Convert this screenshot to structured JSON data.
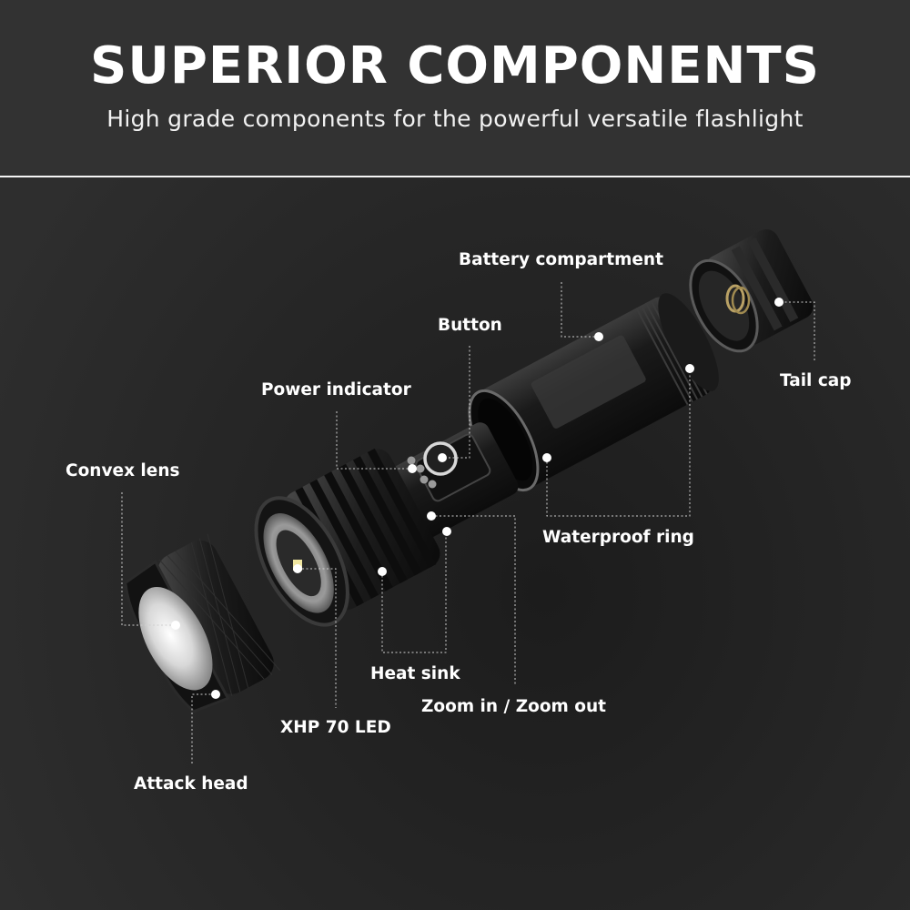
{
  "header": {
    "title": "SUPERIOR COMPONENTS",
    "subtitle": "High grade components for the powerful versatile flashlight"
  },
  "labels": {
    "battery_compartment": "Battery compartment",
    "button": "Button",
    "tail_cap": "Tail cap",
    "power_indicator": "Power indicator",
    "convex_lens": "Convex lens",
    "waterproof_ring": "Waterproof ring",
    "heat_sink": "Heat sink",
    "zoom": "Zoom in / Zoom out",
    "xhp70_led": "XHP 70 LED",
    "attack_head": "Attack head"
  },
  "colors": {
    "background": "#2e2e2e",
    "text": "#ffffff",
    "marker": "#ffffff",
    "leader_line": "#cfcfcf"
  }
}
